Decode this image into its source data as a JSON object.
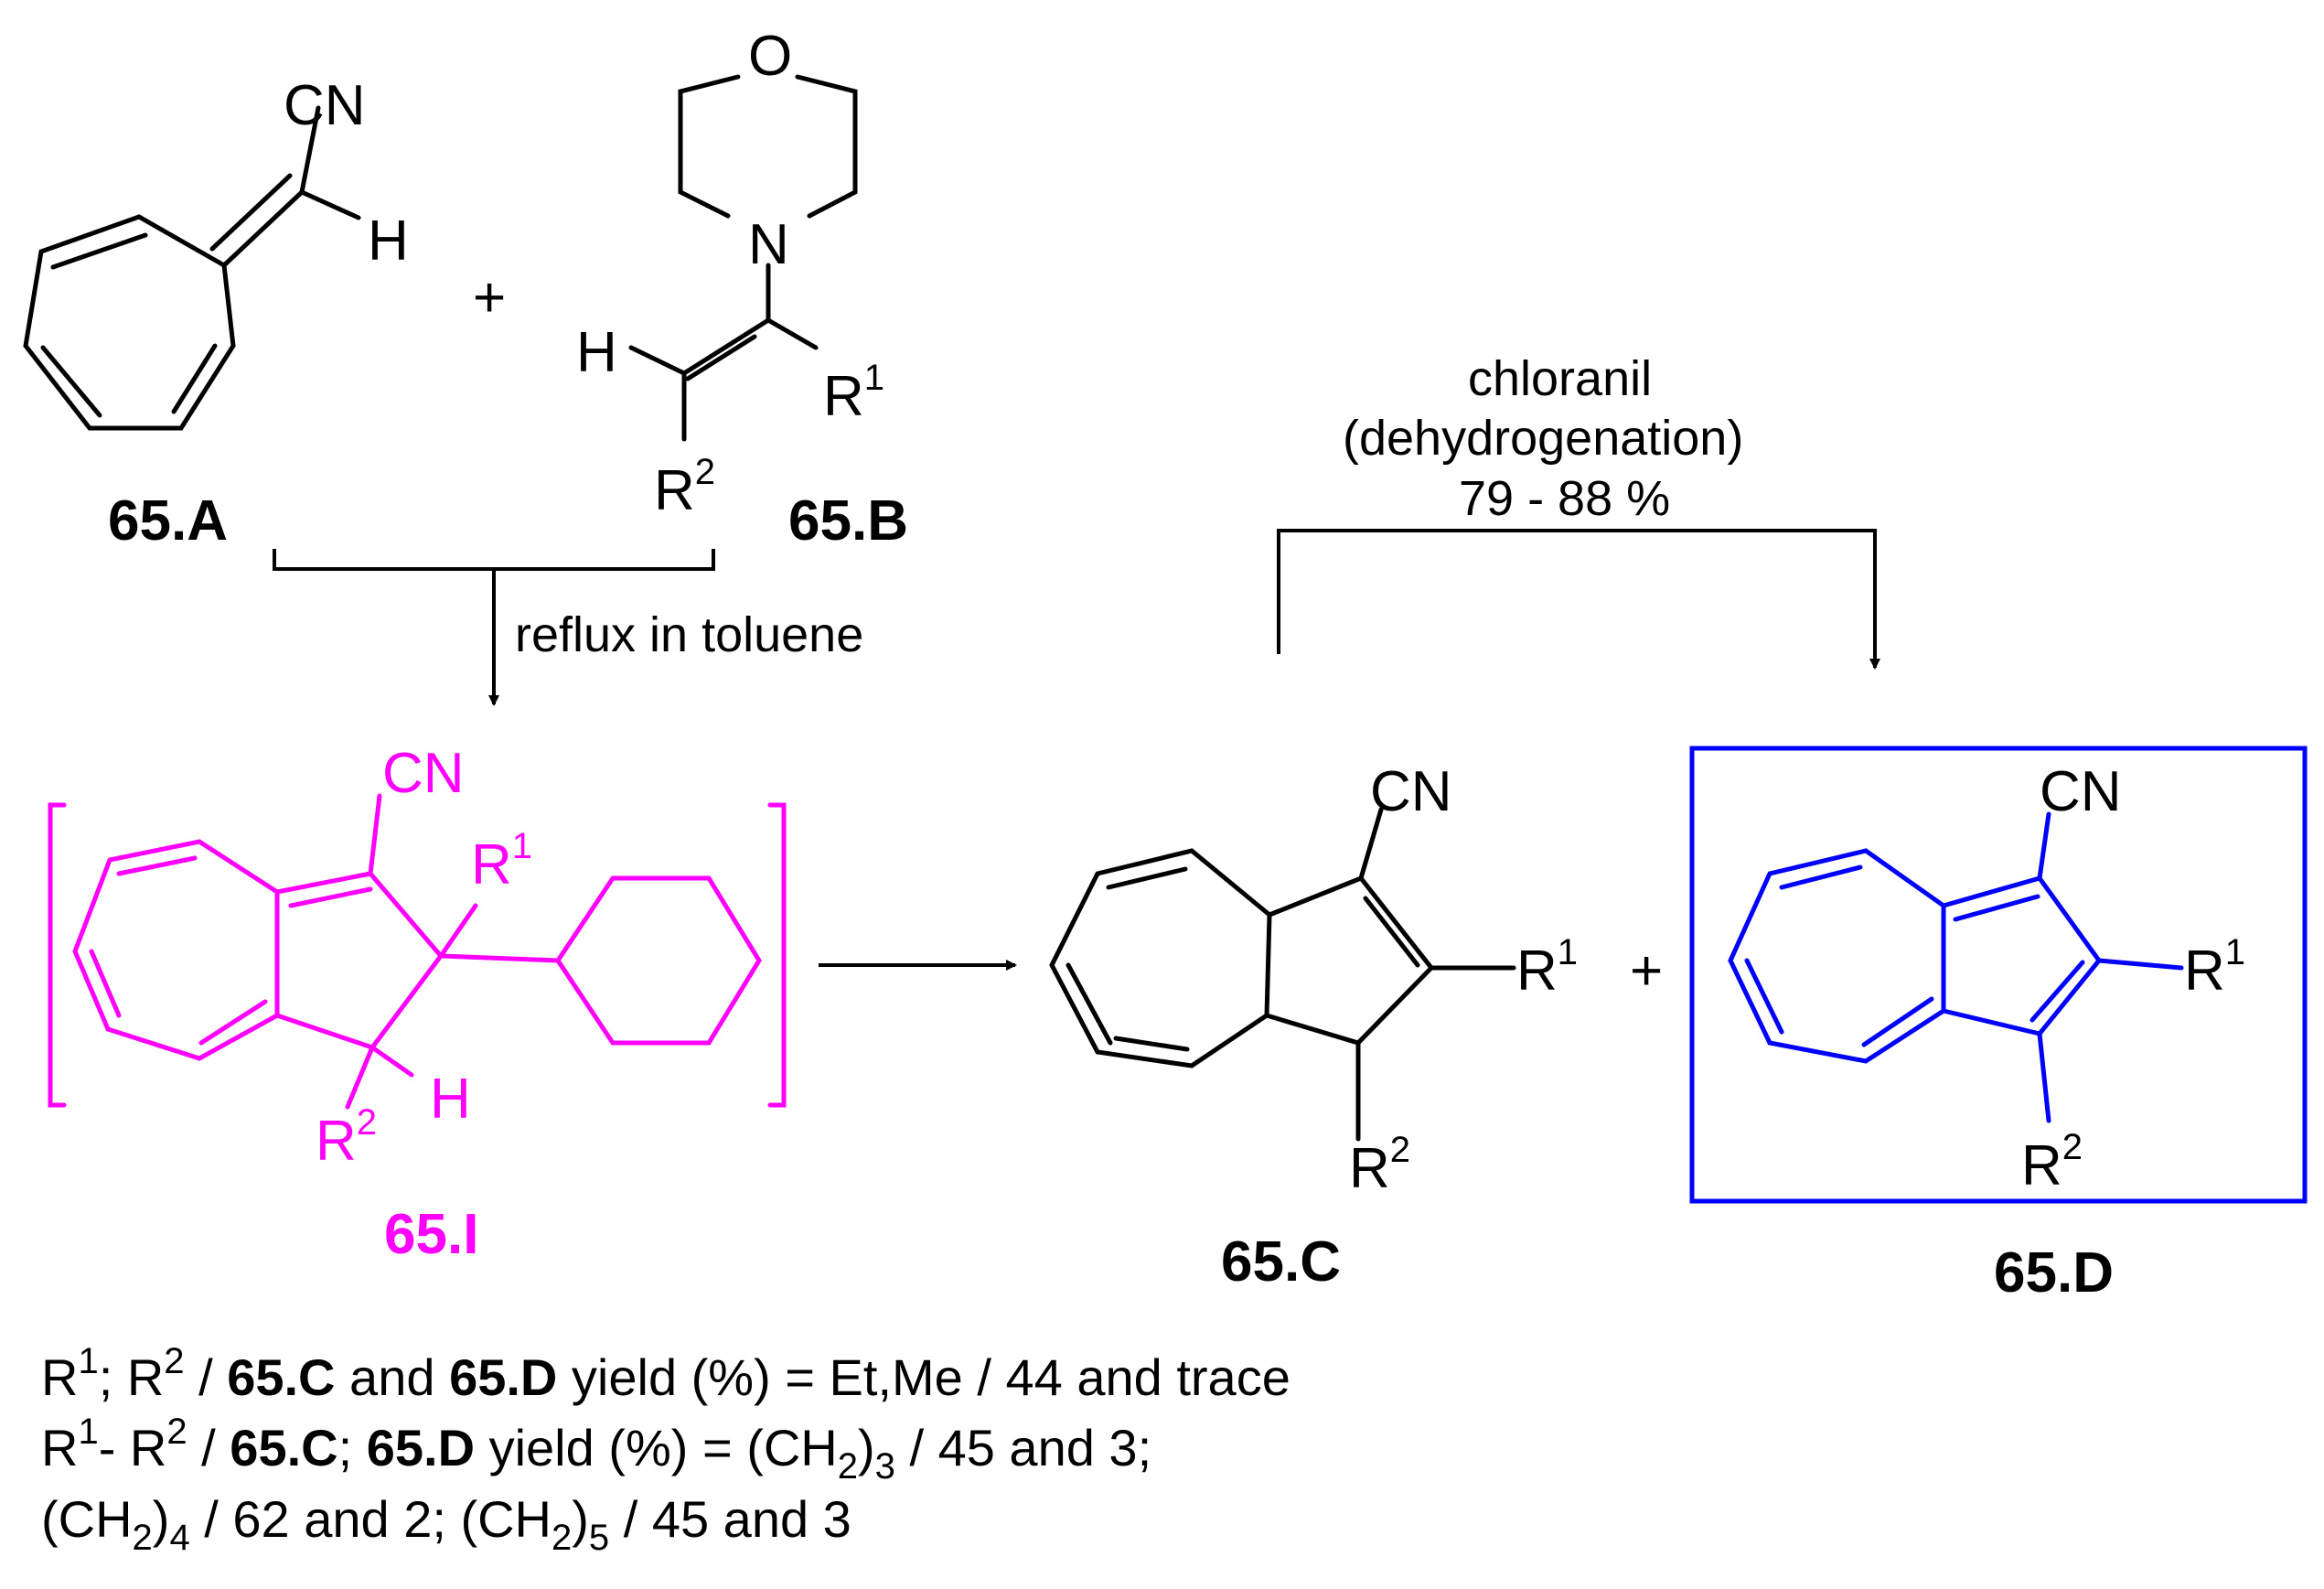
{
  "labels": {
    "comp_a": "65.A",
    "comp_b": "65.B",
    "comp_i": "65.I",
    "comp_c": "65.C",
    "comp_d": "65.D"
  },
  "atoms": {
    "cn": "CN",
    "h": "H",
    "o": "O",
    "n": "N",
    "r": "R",
    "sup1": "1",
    "sup2": "2",
    "plus": "+"
  },
  "conditions": {
    "reflux": "reflux in toluene",
    "chloranil": "chloranil",
    "dehydrogenation": "(dehydrogenation)",
    "yield_range": "79 - 88 %"
  },
  "footnote": {
    "line1": {
      "r1": "R",
      "r1_sup": "1",
      "sep": "; R",
      "r2_sup": "2",
      "slash": " / ",
      "c": "65.C",
      "and": " and ",
      "d": "65.D",
      "rest": " yield (%) = Et,Me / 44 and trace"
    },
    "line2": {
      "r1": "R",
      "r1_sup": "1",
      "sep": "- R",
      "r2_sup": "2",
      "slash": " / ",
      "c": "65.C",
      "semi": "; ",
      "d": "65.D",
      "rest": " yield (%) = (CH",
      "sub2": "2",
      "close": ")",
      "sub3": "3",
      "tail": " / 45 and 3;"
    },
    "line3": {
      "a": "(CH",
      "a_sub": "2",
      "b": ")",
      "b_sub": "4",
      "c": " / 62 and 2; (CH",
      "c_sub": "2",
      "d": ")",
      "d_sub": "5",
      "e": " / 45 and 3"
    }
  },
  "colors": {
    "intermediate": "#ff00ff",
    "product_highlight": "#0000ff",
    "default": "#000000"
  }
}
